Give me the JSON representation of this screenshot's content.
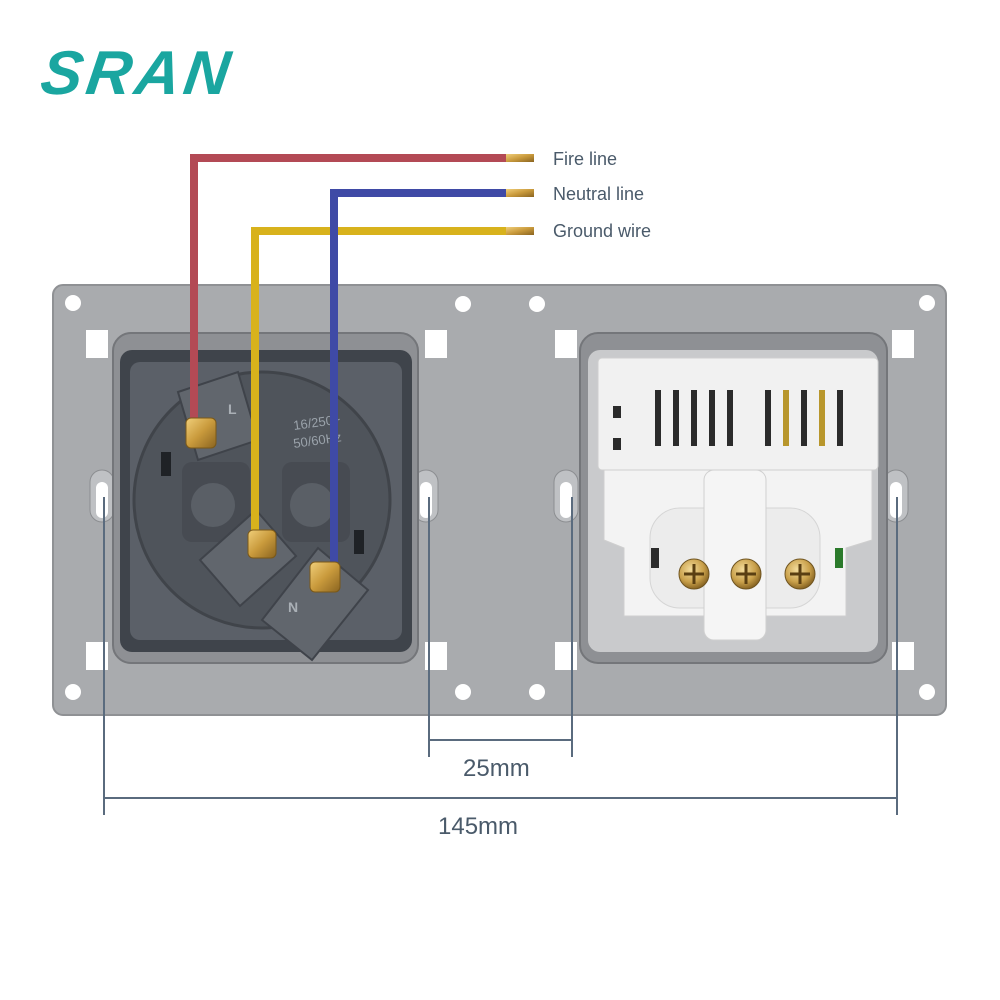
{
  "brand": {
    "logo_text": "SRAN",
    "color": "#1aa6a0"
  },
  "wires": [
    {
      "label": "Fire line",
      "color": "#b34a55"
    },
    {
      "label": "Neutral line",
      "color": "#3f4aa6"
    },
    {
      "label": "Ground wire",
      "color": "#d8b21c"
    }
  ],
  "socket_left": {
    "spec_line1": "16/250~",
    "spec_line2": "50/60Hz",
    "terminal_l": "L",
    "terminal_n": "N"
  },
  "dimensions": {
    "gap": "25mm",
    "total": "145mm"
  },
  "colors": {
    "plate": "#a9abae",
    "dark_socket": "#5b6068",
    "white_module": "#f1f1f1",
    "dimension_line": "#5a6b7e",
    "brass": "#c99a3c"
  }
}
